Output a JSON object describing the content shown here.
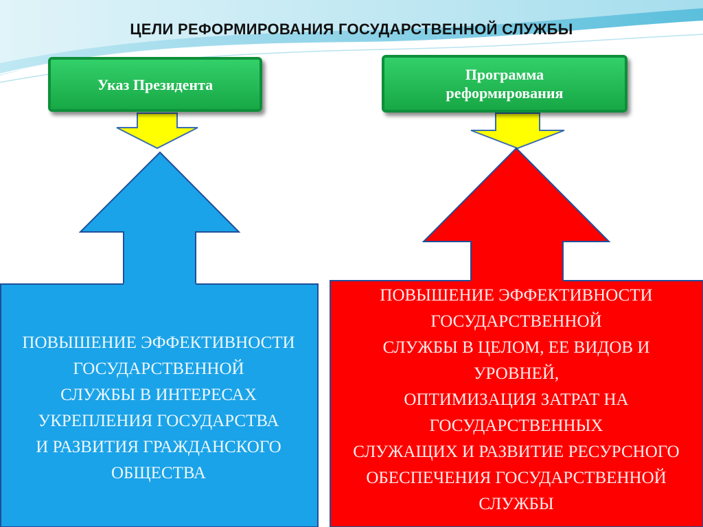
{
  "title": "ЦЕЛИ РЕФОРМИРОВАНИЯ  ГОСУДАРСТВЕННОЙ СЛУЖБЫ",
  "sources": {
    "left": "Указ Президента",
    "right": "Программа\nреформирования"
  },
  "goals": {
    "left": "ПОВЫШЕНИЕ ЭФФЕКТИВНОСТИ\nГОСУДАРСТВЕННОЙ\nСЛУЖБЫ В ИНТЕРЕСАХ\nУКРЕПЛЕНИЯ ГОСУДАРСТВА\nИ РАЗВИТИЯ ГРАЖДАНСКОГО\nОБЩЕСТВА",
    "right": "ПОВЫШЕНИЕ ЭФФЕКТИВНОСТИ\nГОСУДАРСТВЕННОЙ\nСЛУЖБЫ В ЦЕЛОМ, ЕЕ ВИДОВ И\nУРОВНЕЙ,\nОПТИМИЗАЦИЯ ЗАТРАТ НА\nГОСУДАРСТВЕННЫХ\nСЛУЖАЩИХ И РАЗВИТИЕ РЕСУРСНОГО\nОБЕСПЕЧЕНИЯ ГОСУДАРСТВЕННОЙ\nСЛУЖБЫ"
  },
  "colors": {
    "source_box": "#1db954",
    "down_arrow": "#ffff00",
    "left_goal": "#1aa3e8",
    "right_goal": "#ff0000"
  }
}
